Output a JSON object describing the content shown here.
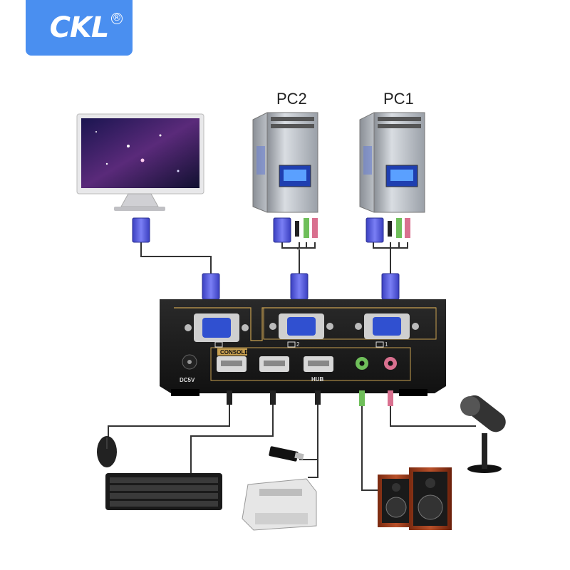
{
  "logo": {
    "text": "CKL",
    "registered": "®"
  },
  "labels": {
    "pc2": "PC2",
    "pc1": "PC1",
    "console": "CONSOLE",
    "hub": "HUB",
    "dc": "DC5V",
    "port1": "1",
    "port2": "2"
  },
  "colors": {
    "logo_bg": "#4a8ff0",
    "vga_blue": "#5a5fe0",
    "audio_green": "#6fbf5a",
    "audio_pink": "#d9708f",
    "panel_outline": "#c8a050",
    "cable": "#333333"
  },
  "icons": [
    "monitor-icon",
    "tower-pc-icon",
    "vga-connector-icon",
    "usb-port-icon",
    "mouse-icon",
    "keyboard-icon",
    "printer-icon",
    "usb-drive-icon",
    "speakers-icon",
    "microphone-icon"
  ]
}
